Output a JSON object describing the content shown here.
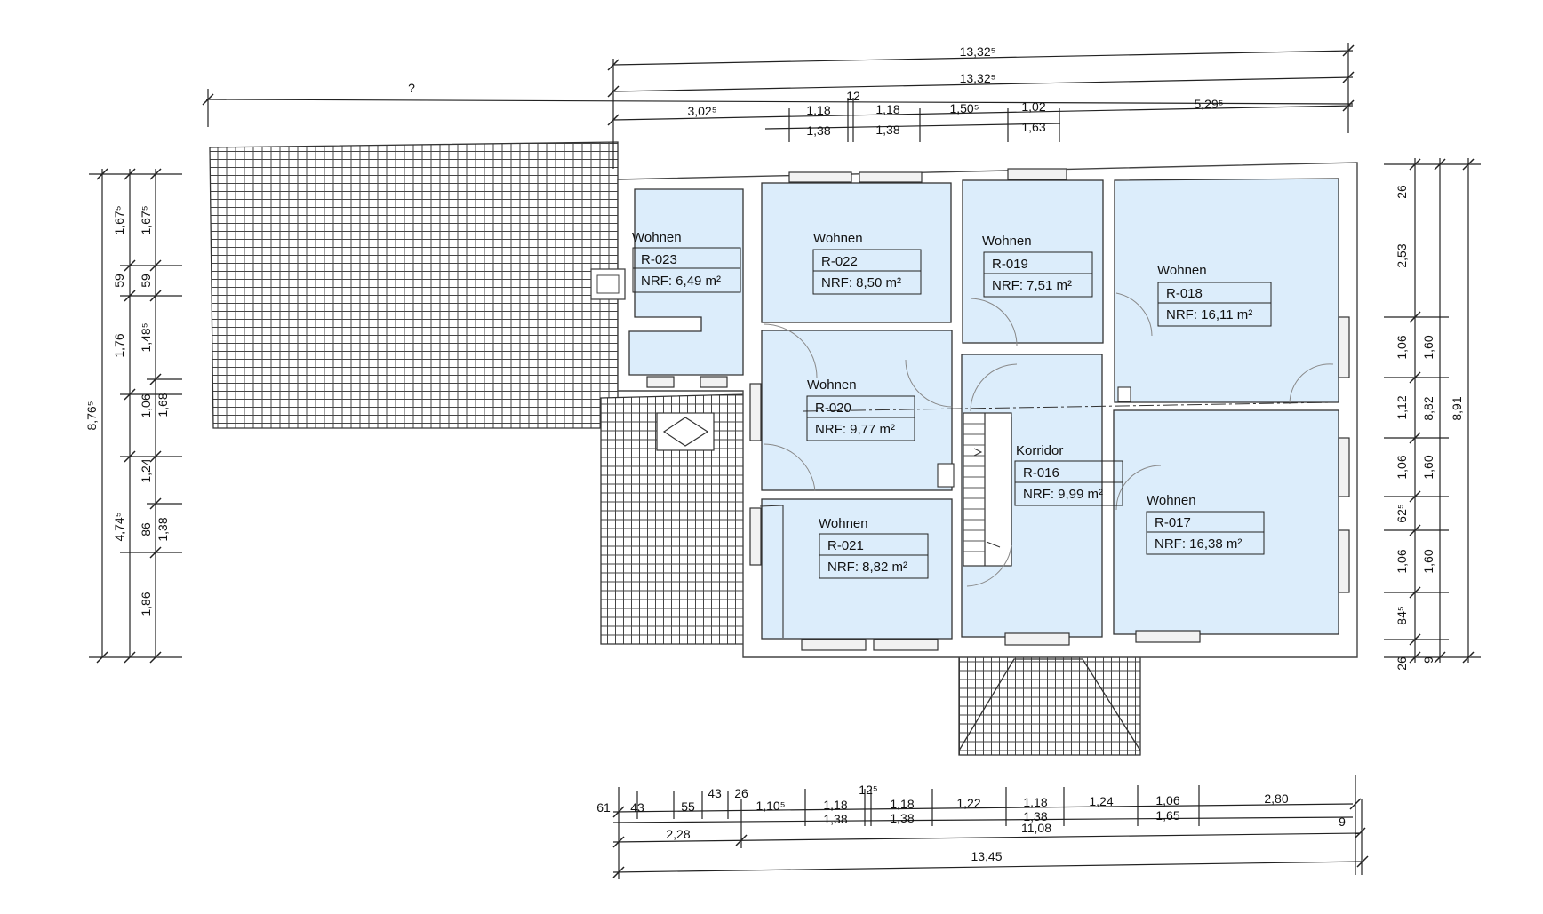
{
  "top_dimensions": {
    "overall_top": "13,32⁵",
    "overall_second": "13,32⁵",
    "unknown": "?",
    "wall_12": "12",
    "segments_upper": [
      "3,02⁵",
      "1,18",
      "1,18",
      "1,50⁵",
      "1,02",
      "5,29⁵"
    ],
    "segments_lower": [
      "1,38",
      "1,38",
      "1,63"
    ]
  },
  "left_dimensions": {
    "total": "8,76⁵",
    "col2": [
      "1,67⁵",
      "59",
      "1,76",
      "1,06",
      "1,24",
      "4,74⁵"
    ],
    "col3": [
      "1,67⁵",
      "59",
      "1,48⁵",
      "1,68",
      "86",
      "1,38",
      "1,86"
    ]
  },
  "right_dimensions": {
    "total_a": "8,82",
    "total_b": "8,91",
    "col1": [
      "26",
      "1,06",
      "1,12",
      "1,06",
      "62⁵",
      "1,06",
      "84⁵",
      "26",
      "9"
    ],
    "col2": [
      "2,53",
      "1,60",
      "1,60",
      "1,60"
    ]
  },
  "bottom_dimensions": {
    "row1": [
      "61",
      "43",
      "55",
      "43",
      "26",
      "1,10⁵",
      "1,18",
      "12⁵",
      "1,18",
      "1,22",
      "1,18",
      "1,24",
      "1,06",
      "2,80"
    ],
    "row2": [
      "1,38",
      "1,38",
      "1,38",
      "1,65"
    ],
    "sub_a": "2,28",
    "sub_b": "11,08",
    "end": "9",
    "total": "13,45"
  },
  "rooms": [
    {
      "use": "Wohnen",
      "id": "R-023",
      "area": "NRF: 6,49 m²"
    },
    {
      "use": "Wohnen",
      "id": "R-022",
      "area": "NRF: 8,50 m²"
    },
    {
      "use": "Wohnen",
      "id": "R-019",
      "area": "NRF: 7,51 m²"
    },
    {
      "use": "Wohnen",
      "id": "R-018",
      "area": "NRF: 16,11 m²"
    },
    {
      "use": "Wohnen",
      "id": "R-020",
      "area": "NRF: 9,77 m²"
    },
    {
      "use": "Korridor",
      "id": "R-016",
      "area": "NRF: 9,99 m²"
    },
    {
      "use": "Wohnen",
      "id": "R-021",
      "area": "NRF: 8,82 m²"
    },
    {
      "use": "Wohnen",
      "id": "R-017",
      "area": "NRF: 16,38 m²"
    }
  ],
  "colors": {
    "room_fill": "#dcedfb",
    "line": "#222222"
  }
}
